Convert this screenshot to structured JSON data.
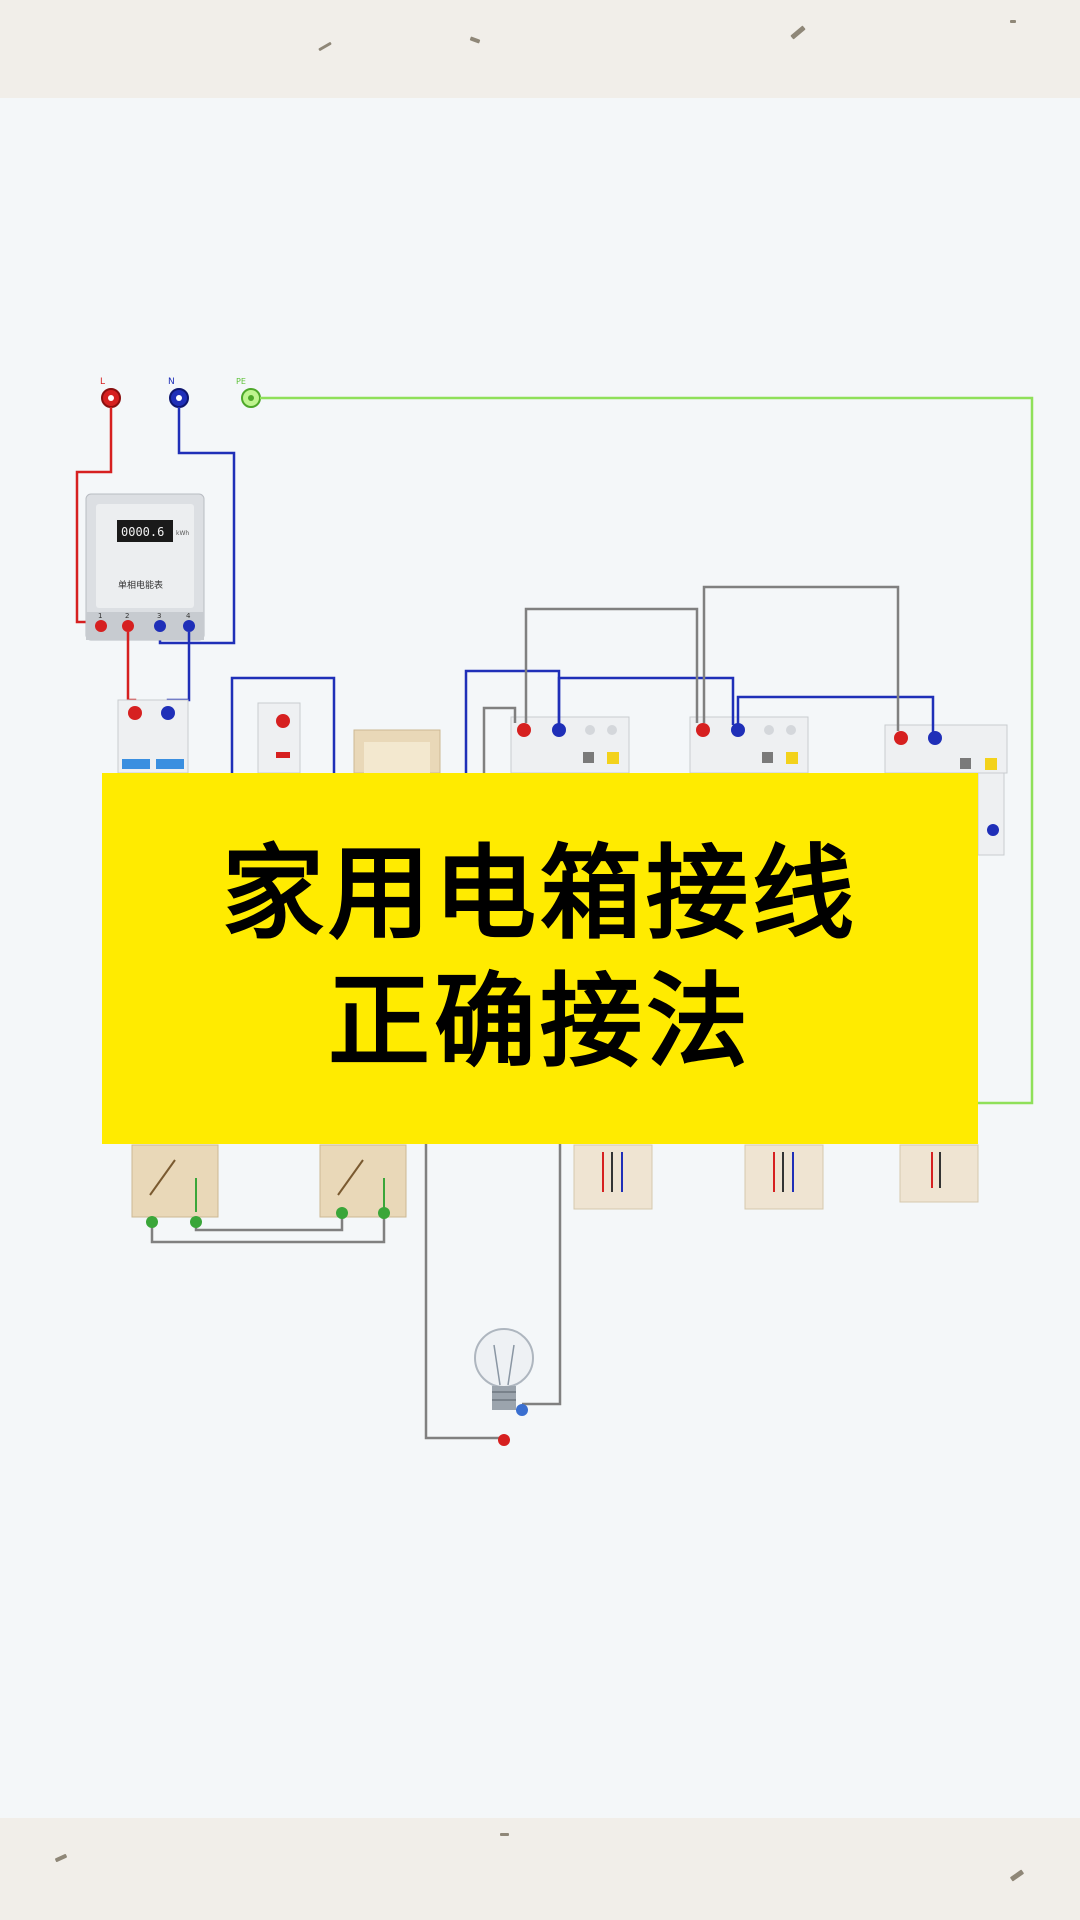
{
  "banner": {
    "line1": "家用电箱接线",
    "line2": "正确接法"
  },
  "diagram": {
    "terminals": {
      "live": "L",
      "neutral": "N",
      "earth": "PE"
    },
    "meter": {
      "label": "单相电能表",
      "reading": "0000.6",
      "unit": "kWh",
      "pins": [
        "1",
        "2",
        "3",
        "4"
      ]
    },
    "wire_colors": {
      "live": "#d62020",
      "neutral": "#1f2fb8",
      "earth": "#8fe05a",
      "switched": "#808080",
      "control": "#3aa63a"
    }
  }
}
